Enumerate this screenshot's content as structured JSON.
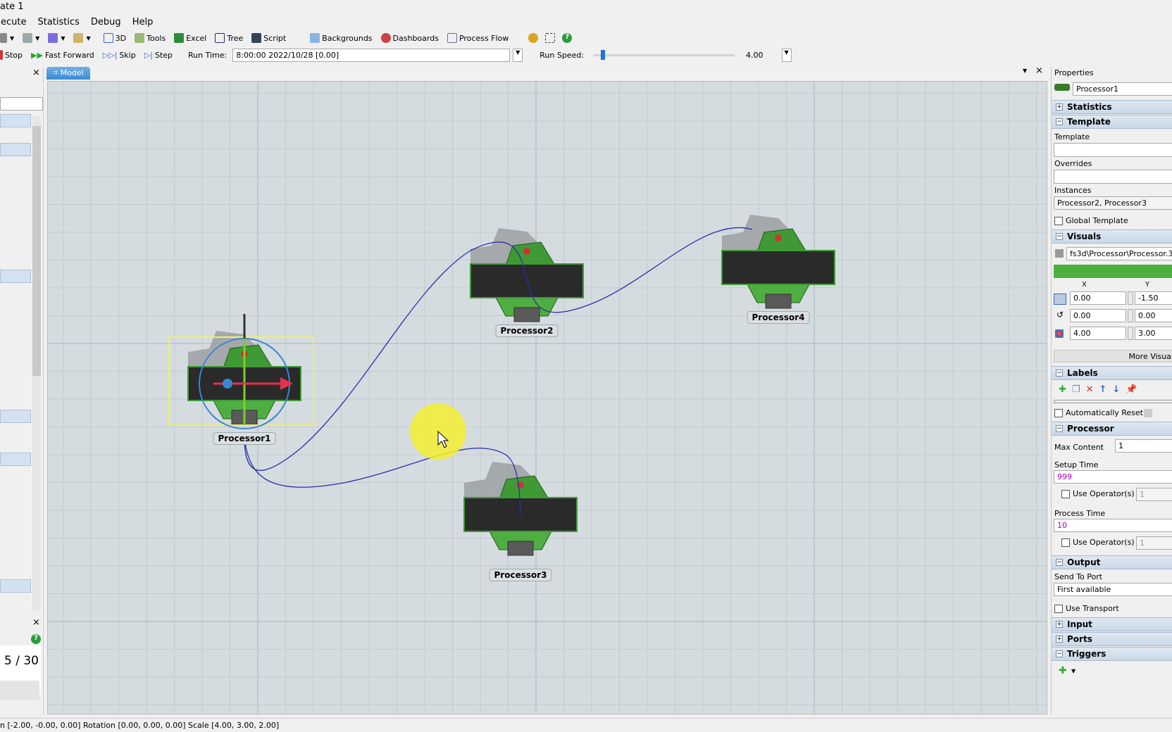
{
  "window": {
    "title": "ate 1"
  },
  "menu": [
    "ecute",
    "Statistics",
    "Debug",
    "Help"
  ],
  "toolbar1": {
    "items": [
      "3D",
      "Tools",
      "Excel",
      "Tree",
      "Script",
      "Backgrounds",
      "Dashboards",
      "Process Flow"
    ]
  },
  "toolbar2": {
    "stop": "Stop",
    "fast_forward": "Fast Forward",
    "skip": "Skip",
    "step": "Step",
    "run_time_label": "Run Time:",
    "run_time_value": "8:00:00  2022/10/28  [0.00]",
    "run_speed_label": "Run Speed:",
    "run_speed_value": "4.00"
  },
  "tabs": {
    "model": "Model"
  },
  "left_panel": {
    "counter": "5 / 30"
  },
  "canvas": {
    "objects": [
      "Processor1",
      "Processor2",
      "Processor3",
      "Processor4"
    ]
  },
  "properties": {
    "title": "Properties",
    "object_name": "Processor1",
    "sections": {
      "statistics": "Statistics",
      "template": "Template",
      "visuals": "Visuals",
      "labels": "Labels",
      "processor": "Processor",
      "output": "Output",
      "input": "Input",
      "ports": "Ports",
      "triggers": "Triggers"
    },
    "template": {
      "template_label": "Template",
      "template_value": "",
      "overrides_label": "Overrides",
      "overrides_value": "",
      "instances_label": "Instances",
      "instances_value": "Processor2, Processor3",
      "global_template": "Global Template"
    },
    "visuals": {
      "shape": "fs3d\\Processor\\Processor.3ds",
      "color": "#4caf3e",
      "x_header": "X",
      "y_header": "Y",
      "position": [
        "0.00",
        "-1.50"
      ],
      "rotation": [
        "0.00",
        "0.00"
      ],
      "scale": [
        "4.00",
        "3.00"
      ],
      "more": "More Visua"
    },
    "labels": {
      "auto_reset": "Automatically Reset"
    },
    "processor": {
      "max_content_label": "Max Content",
      "max_content": "1",
      "setup_time_label": "Setup Time",
      "setup_time": "999",
      "use_operators": "Use Operator(s)",
      "operators_count": "1",
      "process_time_label": "Process Time",
      "process_time": "10"
    },
    "output": {
      "send_to_port_label": "Send To Port",
      "send_to_port": "First available",
      "use_transport": "Use Transport"
    }
  },
  "status": "n [-2.00, -0.00, 0.00]  Rotation [0.00, 0.00, 0.00]  Scale [4.00, 3.00, 2.00]"
}
